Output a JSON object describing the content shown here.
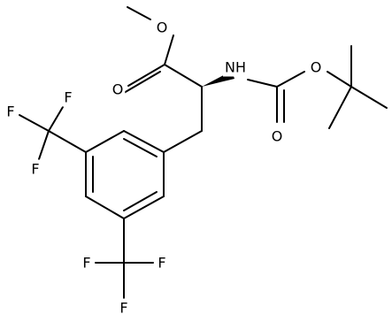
{
  "structure": {
    "atoms": [
      {
        "key": "o_ester_single",
        "symbol": "O"
      },
      {
        "key": "o_ester_carbonyl",
        "symbol": "O"
      },
      {
        "key": "n_amide",
        "symbol": "NH"
      },
      {
        "key": "o_carbamate_carbonyl",
        "symbol": "O"
      },
      {
        "key": "o_carbamate_single",
        "symbol": "O"
      },
      {
        "key": "f_left_1",
        "symbol": "F"
      },
      {
        "key": "f_left_2",
        "symbol": "F"
      },
      {
        "key": "f_left_3",
        "symbol": "F"
      },
      {
        "key": "f_bottom_1",
        "symbol": "F"
      },
      {
        "key": "f_bottom_2",
        "symbol": "F"
      },
      {
        "key": "f_bottom_3",
        "symbol": "F"
      }
    ]
  }
}
